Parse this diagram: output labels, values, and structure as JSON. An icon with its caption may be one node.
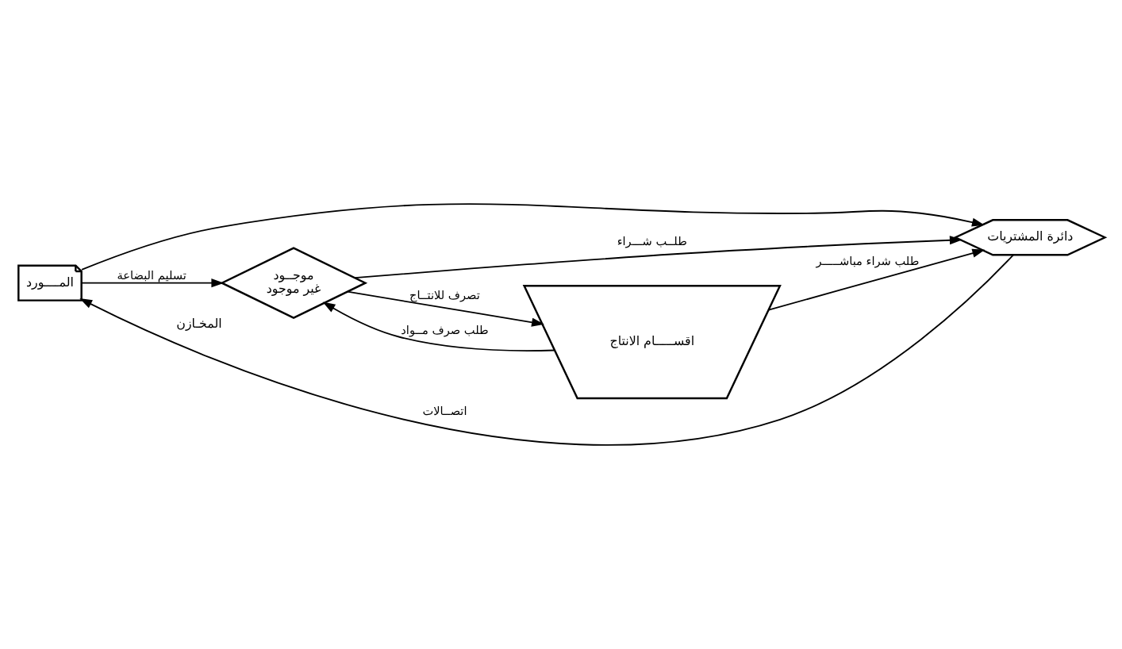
{
  "diagram": {
    "nodes": [
      {
        "text": [
          "المــــورد"
        ]
      },
      {
        "text": [
          "دائرة المشتريات"
        ]
      },
      {
        "text": [
          "موجــود",
          "غير موجود"
        ],
        "beside": [
          "المخـازن"
        ]
      },
      {
        "text": [
          "اقســـــام الانتاج"
        ]
      }
    ],
    "edges": [
      {
        "from": 0,
        "to": 2,
        "arrow": "to",
        "label": "تسليم البضاعة"
      },
      {
        "from": 1,
        "to": 0,
        "arrow": "to",
        "label": "اتصــالات"
      },
      {
        "from": 0,
        "to": 1,
        "arrow": "to"
      },
      {
        "from": 2,
        "to": 3,
        "arrow": "to",
        "label": "تصرف للانتــاج"
      },
      {
        "from": 3,
        "to": 2,
        "arrow": "to",
        "label": "طلب صرف مــواد"
      },
      {
        "from": 2,
        "to": 1,
        "arrow": "to",
        "label": "طلــب شـــراء"
      },
      {
        "from": 3,
        "to": 1,
        "arrow": "to",
        "label": "طلب شراء مباشـــــر"
      }
    ]
  }
}
